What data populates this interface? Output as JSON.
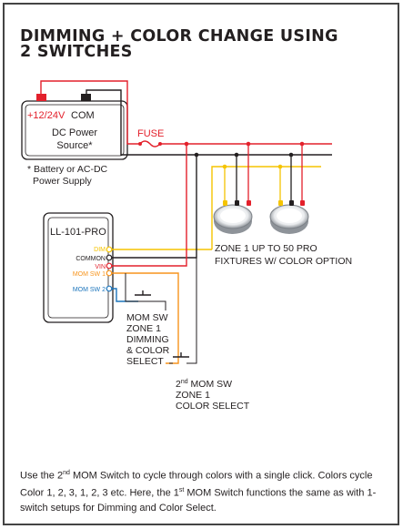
{
  "title": {
    "line1": "DIMMING + COLOR CHANGE USING",
    "line2": "2 SWITCHES"
  },
  "power_supply": {
    "voltage_label": "+12/24V",
    "com_label": "COM",
    "name_line1": "DC Power",
    "name_line2": "Source*",
    "note_line1": "* Battery or AC-DC",
    "note_line2": "Power Supply"
  },
  "fuse_label": "FUSE",
  "controller": {
    "name": "LL-101-PRO",
    "terminals": [
      "DIM",
      "COMMON",
      "VIN",
      "MOM SW 1",
      "MOM SW 2"
    ]
  },
  "zone_label": {
    "line1": "ZONE 1 UP TO 50 PRO",
    "line2": "FIXTURES W/ COLOR OPTION"
  },
  "switch1_label": {
    "line1": "MOM SW",
    "line2": "ZONE 1",
    "line3": "DIMMING",
    "line4": "& COLOR",
    "line5": "SELECT"
  },
  "switch2_label": {
    "prefix": "2",
    "sup": "nd",
    "rest": " MOM SW",
    "line2": "ZONE 1",
    "line3": "COLOR SELECT"
  },
  "footer": {
    "p1": "Use the 2",
    "sup1": "nd",
    "p2": " MOM Switch to cycle through colors with a single click. Colors cycle Color 1, 2, 3, 1, 2, 3 etc. Here, the 1",
    "sup2": "st",
    "p3": " MOM Switch functions the same as with 1-switch setups for Dimming and Color Select."
  },
  "colors": {
    "red": "#e3202b",
    "black": "#231f20",
    "yellow": "#f5c400",
    "orange": "#f7941d",
    "blue": "#1c75bc",
    "fixture_gray": "#9aa0a6"
  }
}
